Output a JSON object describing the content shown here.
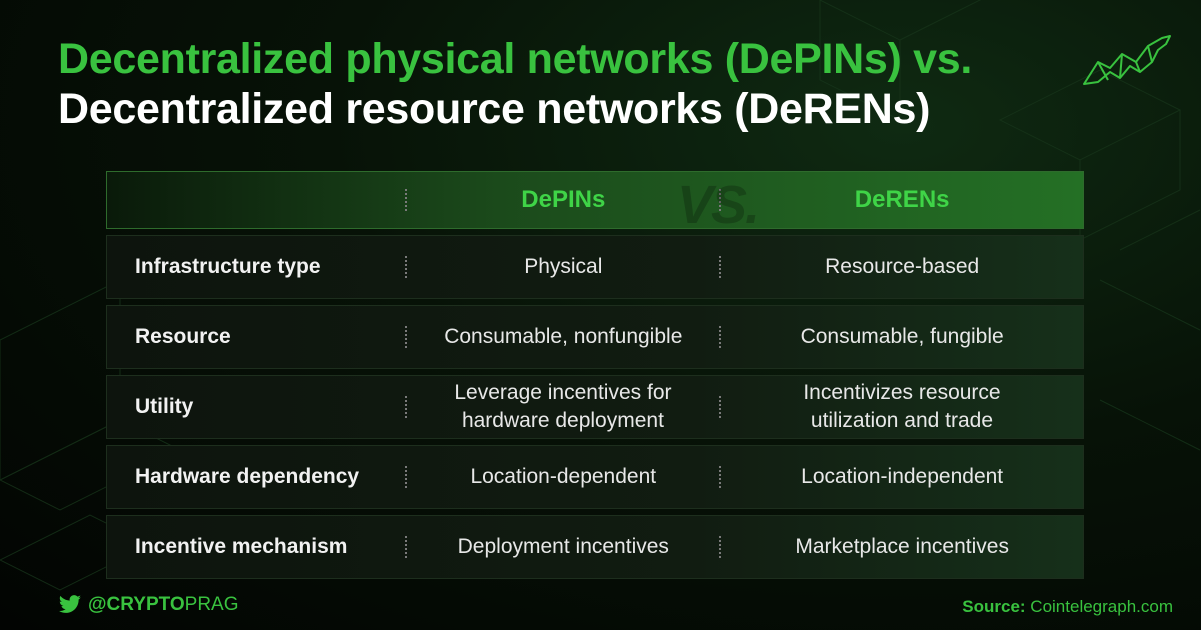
{
  "title": {
    "line1": "Decentralized physical networks (DePINs) vs.",
    "line2": "Decentralized resource networks (DeRENs)"
  },
  "table": {
    "watermark": "VS.",
    "columns": [
      "",
      "DePINs",
      "DeRENs"
    ],
    "rows": [
      {
        "label": "Infrastructure type",
        "depins": "Physical",
        "derens": "Resource-based"
      },
      {
        "label": "Resource",
        "depins": "Consumable, nonfungible",
        "derens": "Consumable, fungible"
      },
      {
        "label": "Utility",
        "depins": "Leverage incentives for hardware deployment",
        "derens": "Incentivizes resource utilization and trade"
      },
      {
        "label": "Hardware dependency",
        "depins": "Location-dependent",
        "derens": "Location-independent"
      },
      {
        "label": "Incentive mechanism",
        "depins": "Deployment incentives",
        "derens": "Marketplace incentives"
      }
    ]
  },
  "footer": {
    "handle_at": "@",
    "handle_crypto": "CRYPTO",
    "handle_prag": "PRAG",
    "source_label": "Source:",
    "source_value": "Cointelegraph.com"
  },
  "colors": {
    "accent": "#39c23f",
    "background": "#030603"
  },
  "icons": [
    "bull-logo-icon",
    "twitter-bird-icon"
  ]
}
